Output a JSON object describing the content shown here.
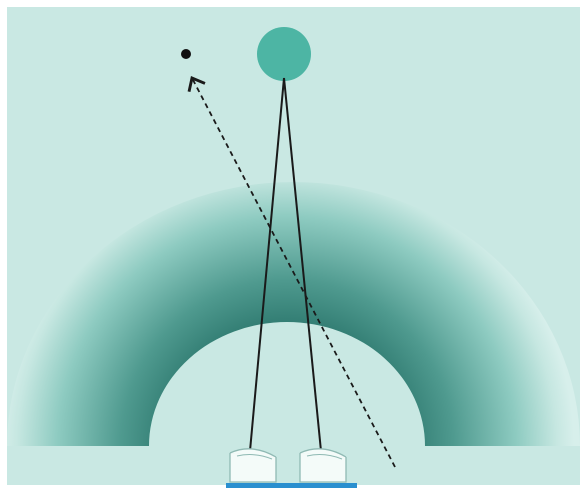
{
  "colors": {
    "background": "#c9e8e3",
    "band_outer": "#d7efeb",
    "band_dark": "#2f7a70",
    "source_disc": "#4db5a4",
    "line": "#1a1a1a",
    "base_bar": "#2a8fcf",
    "detector_fill": "#f4fbf9",
    "detector_stroke": "#8fb9b3",
    "point": "#111111"
  },
  "icons": {
    "source": "circle",
    "point_mark": "dot",
    "detectors": "cylinder-pair",
    "dashed_ray": "dashed-arrow"
  }
}
